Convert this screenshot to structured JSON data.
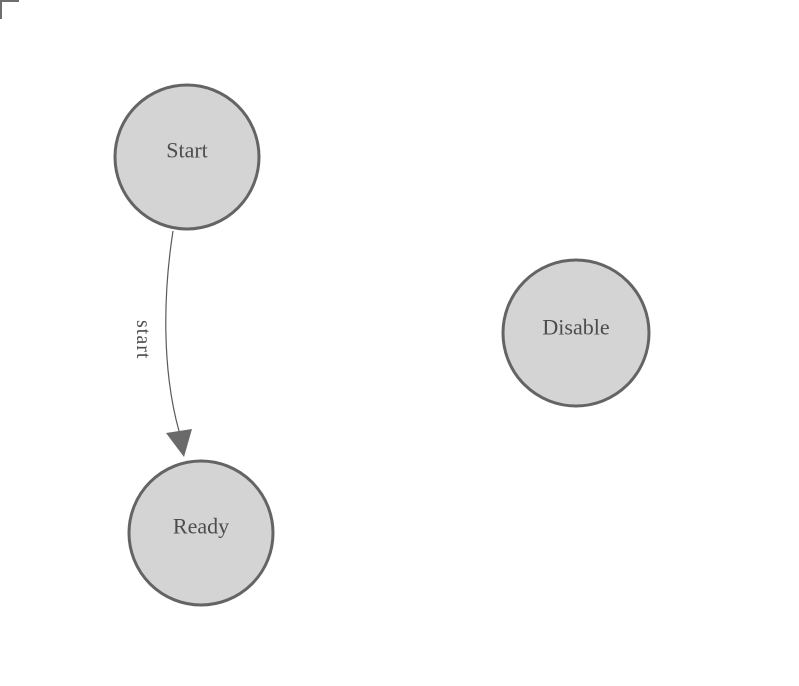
{
  "diagram": {
    "nodes": [
      {
        "id": "start",
        "label": "Start"
      },
      {
        "id": "ready",
        "label": "Ready"
      },
      {
        "id": "disable",
        "label": "Disable"
      }
    ],
    "edges": [
      {
        "from": "start",
        "to": "ready",
        "label": "start"
      }
    ],
    "colors": {
      "background": "#ffffff",
      "node_fill": "#d4d4d4",
      "node_stroke": "#646464",
      "edge_stroke": "#5a5a5a",
      "arrowhead_fill": "#6a6a6a",
      "label_text": "#4c4c4c",
      "corner_marker": "#6e6e6e"
    }
  }
}
